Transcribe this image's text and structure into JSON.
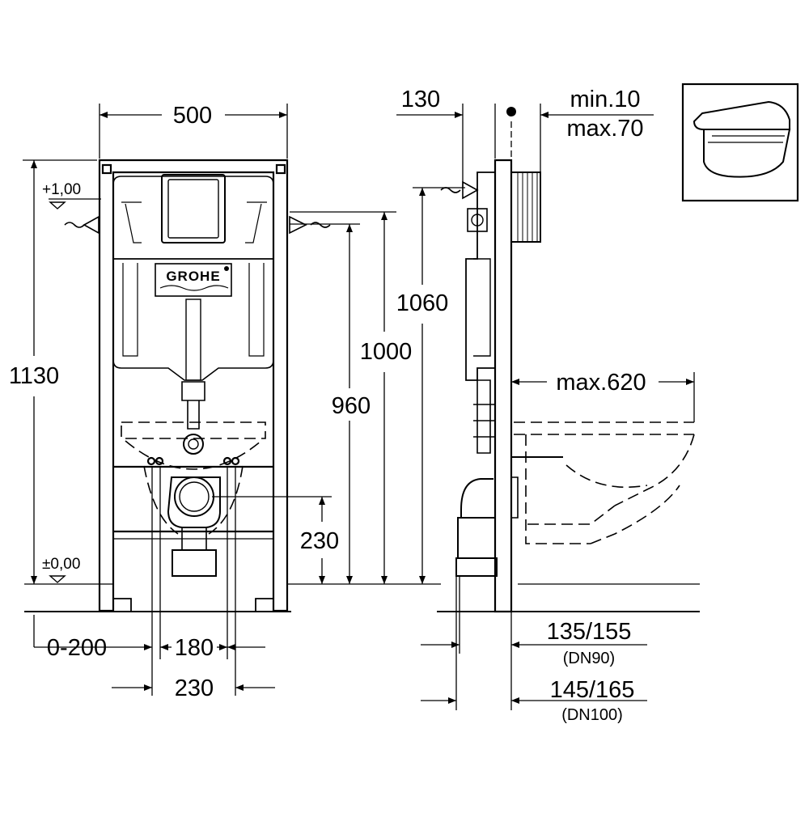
{
  "brand": "GROHE",
  "front_view": {
    "width": "500",
    "height_total": "1130",
    "level_top": "+1,00",
    "level_zero": "±0,00",
    "h_1000": "1000",
    "h_960": "960",
    "h_230": "230",
    "offset": "0-200",
    "stud_spacing_inner": "180",
    "stud_spacing_outer": "230"
  },
  "side_view": {
    "depth": "130",
    "flush_min": "min.10",
    "flush_max": "max.70",
    "h_1060": "1060",
    "bowl_projection": "max.620",
    "dn90_dim": "135/155",
    "dn90_label": "(DN90)",
    "dn100_dim": "145/165",
    "dn100_label": "(DN100)"
  },
  "colors": {
    "line": "#000000",
    "background": "#ffffff"
  }
}
